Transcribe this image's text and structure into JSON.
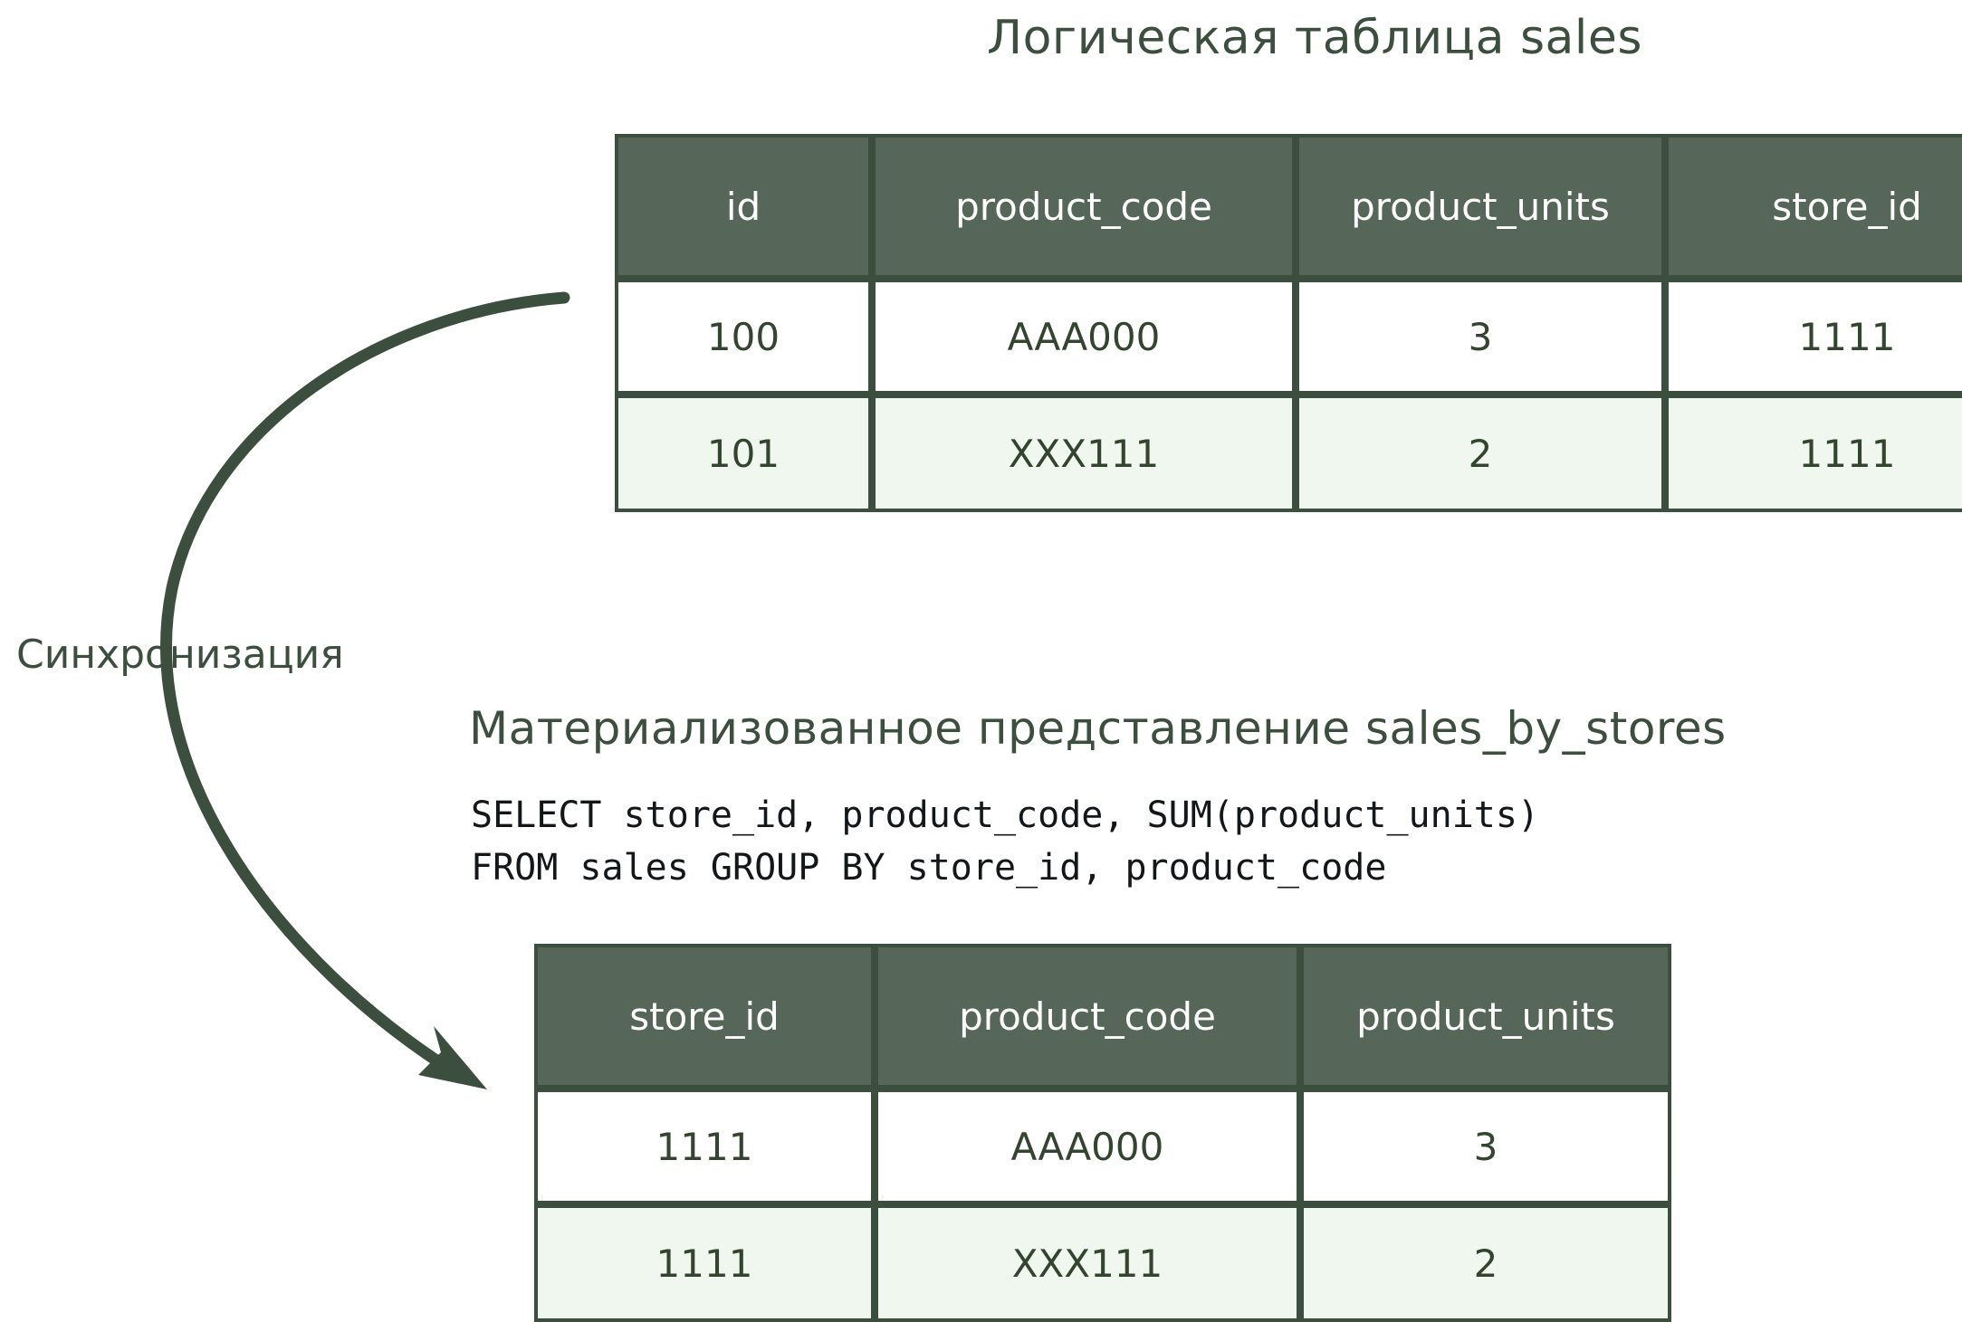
{
  "diagram": {
    "sync_label": "Синхронизация",
    "arrow_color": "#3C4F3F",
    "header_fill": "#566759",
    "border_color": "#3C4F3F",
    "row_alt_fill": "#EFF7EF",
    "text_color": "#33442F"
  },
  "logical_table": {
    "title": "Логическая таблица sales",
    "columns": [
      "id",
      "product_code",
      "product_units",
      "store_id"
    ],
    "rows": [
      [
        "100",
        "AAA000",
        "3",
        "1111"
      ],
      [
        "101",
        "XXX111",
        "2",
        "1111"
      ]
    ]
  },
  "materialized_view": {
    "title": "Материализованное представление sales_by_stores",
    "sql_line_1": "SELECT store_id, product_code, SUM(product_units)",
    "sql_line_2": "FROM sales GROUP BY store_id, product_code",
    "columns": [
      "store_id",
      "product_code",
      "product_units"
    ],
    "rows": [
      [
        "1111",
        "AAA000",
        "3"
      ],
      [
        "1111",
        "XXX111",
        "2"
      ]
    ]
  }
}
